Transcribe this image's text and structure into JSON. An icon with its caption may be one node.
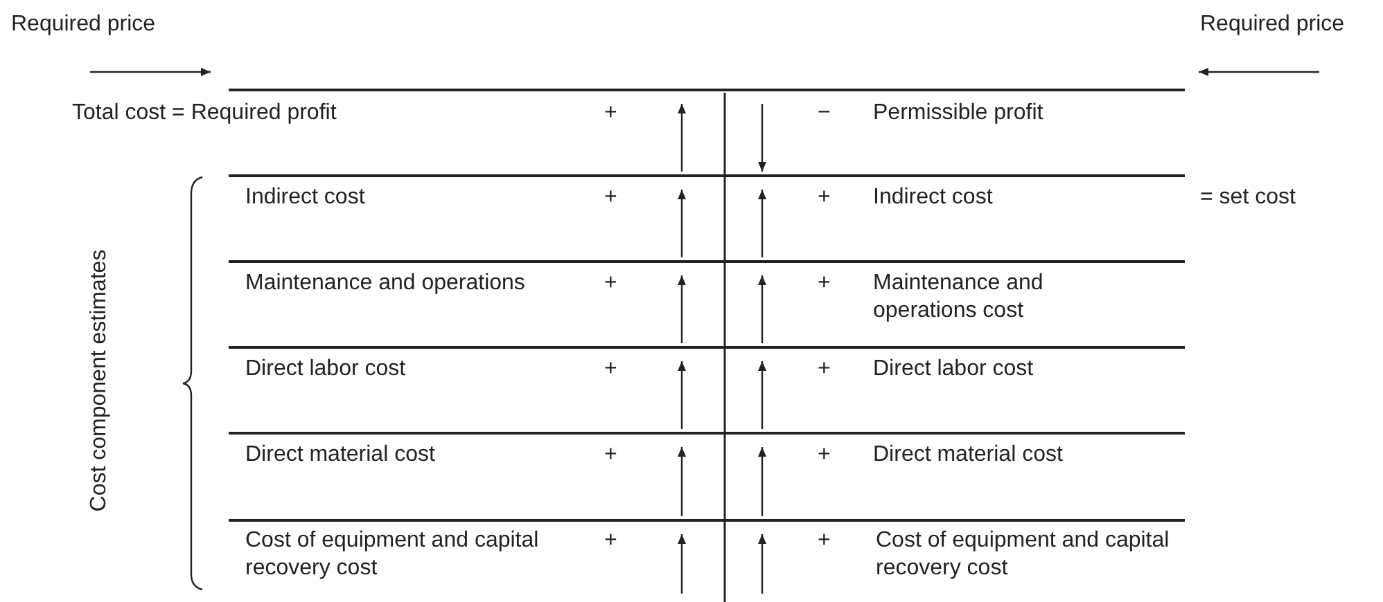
{
  "diagram": {
    "labels": [
      "Required price",
      "Required price",
      "Total cost = Required profit",
      "+",
      "−",
      "Permissible profit",
      "Indirect cost",
      "+",
      "+",
      "Indirect cost",
      "= set cost",
      "Maintenance and operations",
      "+",
      "+",
      "Maintenance and operations cost",
      "Direct labor cost",
      "+",
      "+",
      "Direct labor cost",
      "Direct material cost",
      "+",
      "+",
      "Direct material cost",
      "Cost of equipment and capital recovery cost",
      "+",
      "+",
      "Cost of equipment and capital recovery cost",
      "Cost component estimates"
    ]
  }
}
